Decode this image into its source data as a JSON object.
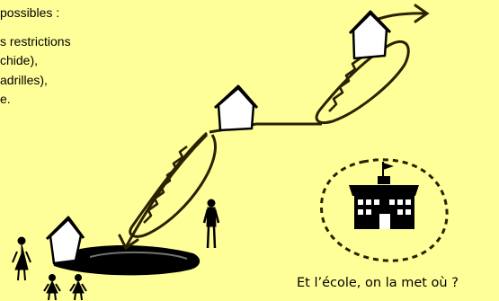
{
  "text_lines": [
    "possibles :",
    "s restrictions",
    "chide),",
    "adrilles),",
    "e."
  ],
  "caption": "Et l’école, on la met où ?",
  "colors": {
    "background": "#ffff99",
    "ink": "#000000",
    "house_fill": "#ffffff"
  },
  "icons": [
    "house",
    "school-building",
    "person-figure",
    "arrow",
    "zigzag-path",
    "dark-hole"
  ]
}
